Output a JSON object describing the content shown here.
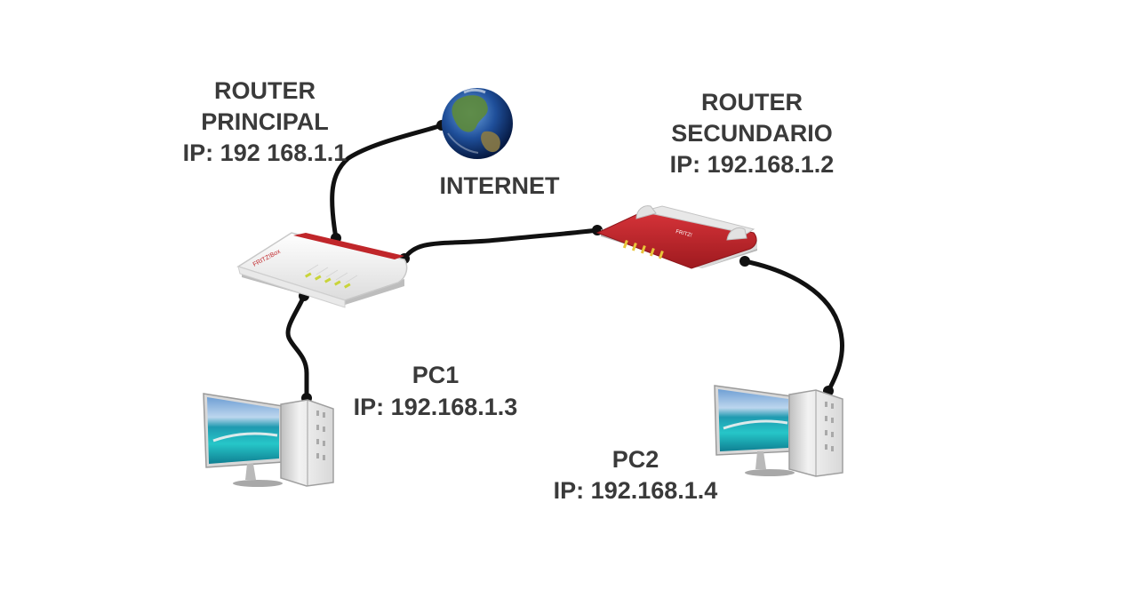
{
  "labels": {
    "router_principal": {
      "line1": "ROUTER",
      "line2": "PRINCIPAL",
      "ip": "IP: 192 168.1.1"
    },
    "internet": "INTERNET",
    "router_secundario": {
      "line1": "ROUTER",
      "line2": "SECUNDARIO",
      "ip": "IP: 192.168.1.2"
    },
    "pc1": {
      "name": "PC1",
      "ip": "IP: 192.168.1.3"
    },
    "pc2": {
      "name": "PC2",
      "ip": "IP: 192.168.1.4"
    }
  },
  "nodes": [
    {
      "id": "internet",
      "icon": "globe-icon"
    },
    {
      "id": "router_principal",
      "icon": "white-router-icon"
    },
    {
      "id": "router_secundario",
      "icon": "red-router-icon"
    },
    {
      "id": "pc1",
      "icon": "desktop-pc-icon"
    },
    {
      "id": "pc2",
      "icon": "desktop-pc-icon"
    }
  ],
  "connections": [
    {
      "from": "router_principal",
      "to": "internet"
    },
    {
      "from": "router_principal",
      "to": "router_secundario"
    },
    {
      "from": "router_principal",
      "to": "pc1"
    },
    {
      "from": "router_secundario",
      "to": "pc2"
    }
  ],
  "colors": {
    "text": "#3a3a3a",
    "cable": "#111111",
    "router_red": "#c0262a",
    "router_white": "#f4f4f4",
    "background": "#ffffff"
  }
}
